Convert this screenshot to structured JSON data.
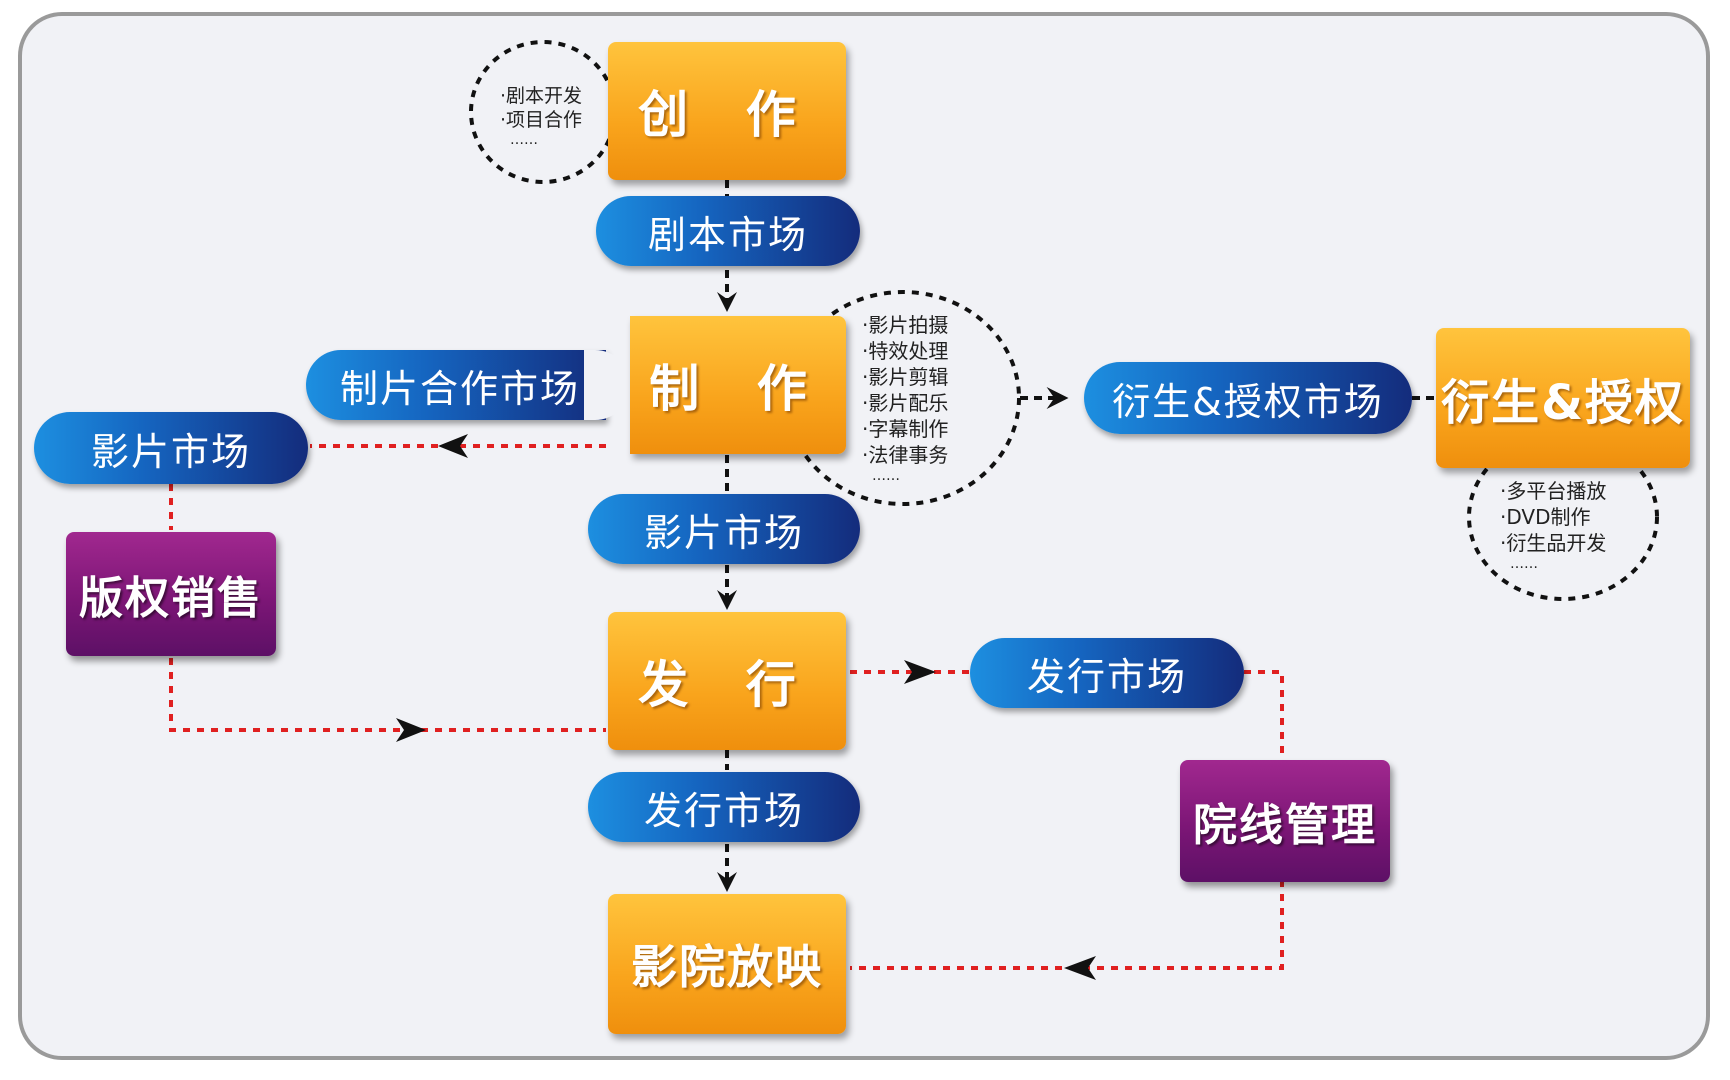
{
  "nodes": {
    "create": "创 作",
    "produce": "制 作",
    "distribute": "发 行",
    "screening": "影院放映",
    "derivative": "衍生&授权",
    "copyright_sales": "版权销售",
    "cinema_mgmt": "院线管理"
  },
  "markets": {
    "script_market": "剧本市场",
    "coproduction_market": "制片合作市场",
    "film_market_left": "影片市场",
    "film_market_center": "影片市场",
    "derivative_market": "衍生&授权市场",
    "distribution_market_right": "发行市场",
    "distribution_market_center": "发行市场"
  },
  "notes": {
    "create": [
      "·剧本开发",
      "·项目合作",
      "……"
    ],
    "produce": [
      "·影片拍摄",
      "·特效处理",
      "·影片剪辑",
      "·影片配乐",
      "·字幕制作",
      "·法律事务",
      "……"
    ],
    "derivative": [
      "·多平台播放",
      "·DVD制作",
      "·衍生品开发",
      "……"
    ]
  },
  "colors": {
    "orange": "#f9a41c",
    "blue": "#1565c0",
    "navy": "#142c7c",
    "purple": "#7c1676",
    "red_dashed": "#e02020",
    "black_dashed": "#111111"
  }
}
